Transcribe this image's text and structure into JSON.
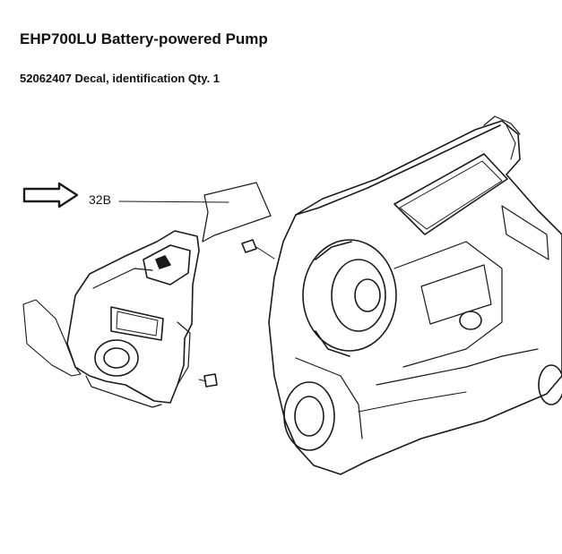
{
  "header": {
    "title": "EHP700LU Battery-powered Pump",
    "part_line": "52062407 Decal, identification Qty. 1"
  },
  "diagram": {
    "callout_label": "32B",
    "pointer_arrow_icon": "right-arrow-icon"
  }
}
